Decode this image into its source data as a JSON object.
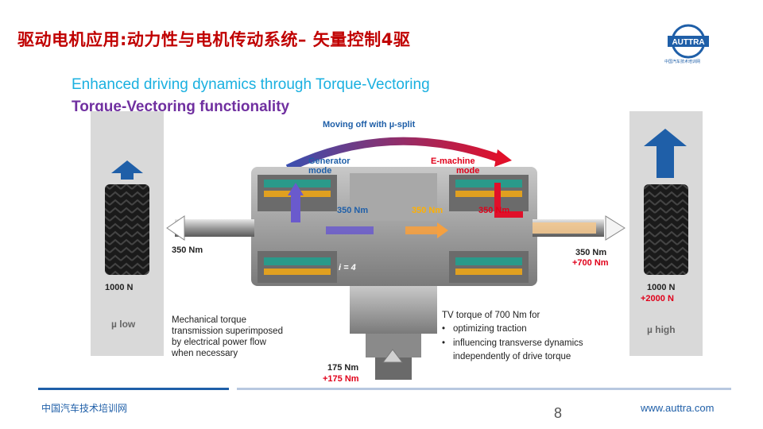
{
  "slide": {
    "title": "驱动电机应用:动力性与电机传动系统– 矢量控制4驱",
    "subtitle_line1": "Enhanced driving dynamics through Torque-Vectoring",
    "subtitle_line2": "Torque-Vectoring functionality",
    "page_number": "8"
  },
  "logo": {
    "text": "AUTTRA",
    "caption": "中国汽车技术培训网"
  },
  "diagram": {
    "header": "Moving off with µ-split",
    "generator_mode": [
      "Generator",
      "mode"
    ],
    "emachine_mode": [
      "E-machine",
      "mode"
    ],
    "left_axle_torque": "350 Nm",
    "inner_torque_blue": "350 Nm",
    "inner_torque_orange": "350 Nm",
    "inner_torque_right": "350 Nm",
    "right_axle_torque": "350 Nm",
    "right_axle_torque_added": "+700 Nm",
    "gear_ratio": "i = 4",
    "left_wheel_force": "1000 N",
    "right_wheel_force": "1000 N",
    "right_wheel_force_added": "+2000 N",
    "left_surface": "µ low",
    "right_surface": "µ high",
    "input_torque": "175 Nm",
    "input_torque_added": "+175 Nm",
    "left_note": [
      "Mechanical torque",
      "transmission superimposed",
      "by electrical power flow",
      "when necessary"
    ],
    "right_note_heading": "TV torque of 700 Nm for",
    "right_note_bullets": [
      [
        "optimizing traction"
      ],
      [
        "influencing transverse dynamics",
        "independently of drive torque"
      ]
    ]
  },
  "footer": {
    "left": "中国汽车技术培训网",
    "right": "www.auttra.com"
  },
  "colors": {
    "title_red": "#c00000",
    "subtitle_cyan": "#1ab0e0",
    "subtitle_purple": "#7030a0",
    "footer_blue": "#1f5fa8"
  }
}
